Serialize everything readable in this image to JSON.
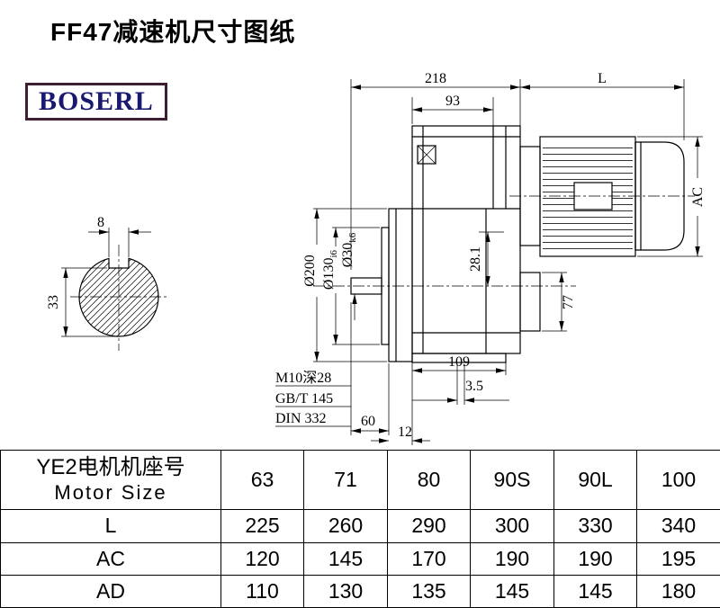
{
  "page": {
    "title": "FF47减速机尺寸图纸"
  },
  "logo": {
    "text": "BOSERL"
  },
  "drawing": {
    "dim_218": "218",
    "dim_L": "L",
    "dim_93": "93",
    "dim_AC": "AC",
    "dim_28_1": "28.1",
    "dim_d200": "Ø200",
    "dim_d130": "Ø130",
    "dim_d130_tol": "i6",
    "dim_d30": "Ø30",
    "dim_d30_tol": "k6",
    "dim_77": "77",
    "dim_109": "109",
    "dim_3_5": "3.5",
    "dim_60": "60",
    "dim_12": "12",
    "note_thread": "M10深28",
    "note_gb": "GB/T 145",
    "note_din": "DIN 332",
    "section": {
      "dim_8": "8",
      "dim_33": "33"
    }
  },
  "table": {
    "header_cn": "YE2电机机座号",
    "header_en": "Motor Size",
    "sizes": [
      "63",
      "71",
      "80",
      "90S",
      "90L",
      "100"
    ],
    "rows": [
      {
        "label": "L",
        "values": [
          "225",
          "260",
          "290",
          "300",
          "330",
          "340"
        ]
      },
      {
        "label": "AC",
        "values": [
          "120",
          "145",
          "170",
          "190",
          "190",
          "195"
        ]
      },
      {
        "label": "AD",
        "values": [
          "110",
          "130",
          "135",
          "145",
          "145",
          "180"
        ]
      }
    ]
  }
}
